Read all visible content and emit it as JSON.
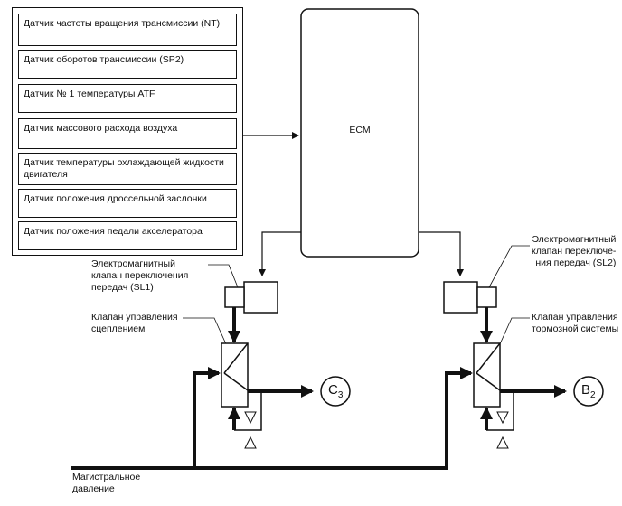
{
  "sensors": [
    "Датчик частоты вращения трансмиссии (NT)",
    "Датчик оборотов трансмиссии (SP2)",
    "Датчик № 1 температуры ATF",
    "Датчик массового расхода воздуха",
    "Датчик температуры охлаждающей жидкости двигателя",
    "Датчик положения дроссельной заслонки",
    "Датчик положения педали акселератора"
  ],
  "ecm": "ECM",
  "sl1_label": "Электромагнитный\nклапан переключения\nпередач (SL1)",
  "sl2_label": "Электромагнитный\nклапан переключе-\nния передач (SL2)",
  "clutch_valve_label": "Клапан управления\nсцеплением",
  "brake_valve_label": "Клапан управления\nтормозной системы",
  "outputs": {
    "c3_main": "C",
    "c3_sub": "3",
    "b2_main": "B",
    "b2_sub": "2"
  },
  "line_pressure_label": "Магистральное\nдавление"
}
